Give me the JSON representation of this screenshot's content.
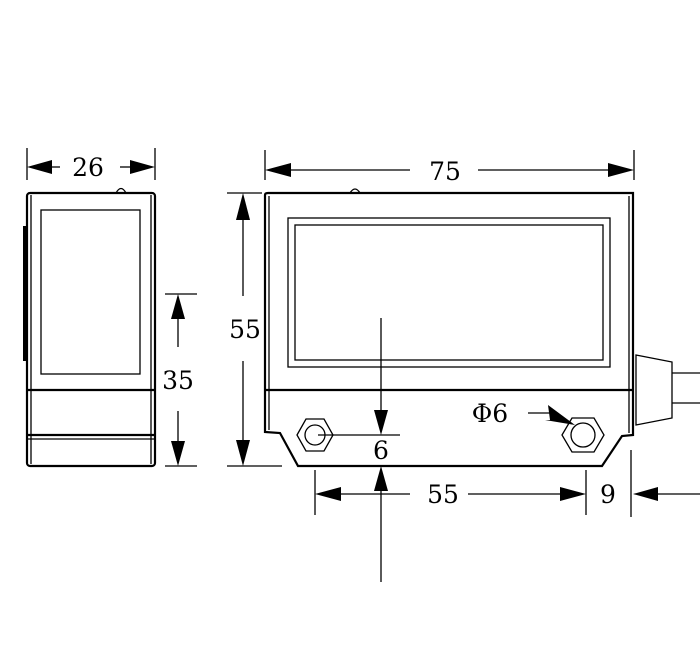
{
  "side_view": {
    "width_label": "26",
    "height_label": "35"
  },
  "front_view": {
    "width_label": "75",
    "height_label": "55",
    "mount_offset_label": "6",
    "hole_spacing_label": "55",
    "cable_offset_label": "9",
    "hole_diameter_label": "Φ6"
  },
  "colors": {
    "line": "#000000",
    "background": "#ffffff"
  }
}
